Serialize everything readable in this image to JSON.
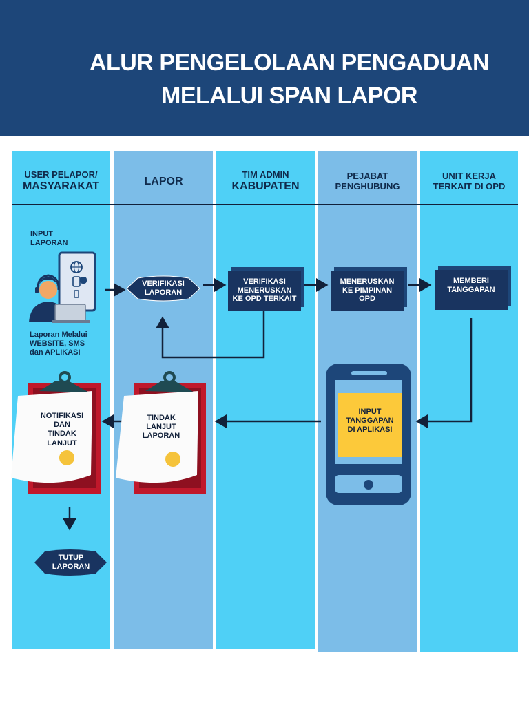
{
  "title": {
    "line1": "ALUR PENGELOLAAN PENGADUAN",
    "line2": "MELALUI SPAN LAPOR"
  },
  "lanes": [
    {
      "line1": "USER PELAPOR/",
      "line2": "MASYARAKAT"
    },
    {
      "line1": "",
      "line2": "LAPOR"
    },
    {
      "line1": "TIM ADMIN",
      "line2": "KABUPATEN"
    },
    {
      "line1": "PEJABAT",
      "line2": "PENGHUBUNG"
    },
    {
      "line1": "UNIT KERJA",
      "line2": "TERKAIT DI OPD"
    }
  ],
  "user": {
    "input_label": [
      "INPUT",
      "LAPORAN"
    ],
    "channels": [
      "Laporan Melalui",
      "WEBSITE, SMS",
      "dan APLIKASI"
    ]
  },
  "steps": {
    "verifikasi": [
      "VERIFIKASI",
      "LAPORAN"
    ],
    "admin": [
      "VERIFIKASI",
      "MENERUSKAN",
      "KE OPD TERKAIT"
    ],
    "pejabat": [
      "MENERUSKAN",
      "KE PIMPINAN",
      "OPD"
    ],
    "unit": [
      "MEMBERI",
      "TANGGAPAN"
    ],
    "input_tanggapan": [
      "INPUT",
      "TANGGAPAN",
      "DI APLIKASI"
    ],
    "tindak_lanjut": [
      "TINDAK",
      "LANJUT",
      "LAPORAN"
    ],
    "notifikasi": [
      "NOTIFIKASI",
      "DAN",
      "TINDAK",
      "LANJUT"
    ],
    "tutup": [
      "TUTUP",
      "LAPORAN"
    ]
  },
  "colors": {
    "header": "#1d4679",
    "lane_light": "#4fd0f6",
    "lane_mid": "#7cbde8",
    "box": "#193460",
    "clipboard": "#c0182b",
    "phone": "#1d4679",
    "screen": "#fcc93a"
  }
}
